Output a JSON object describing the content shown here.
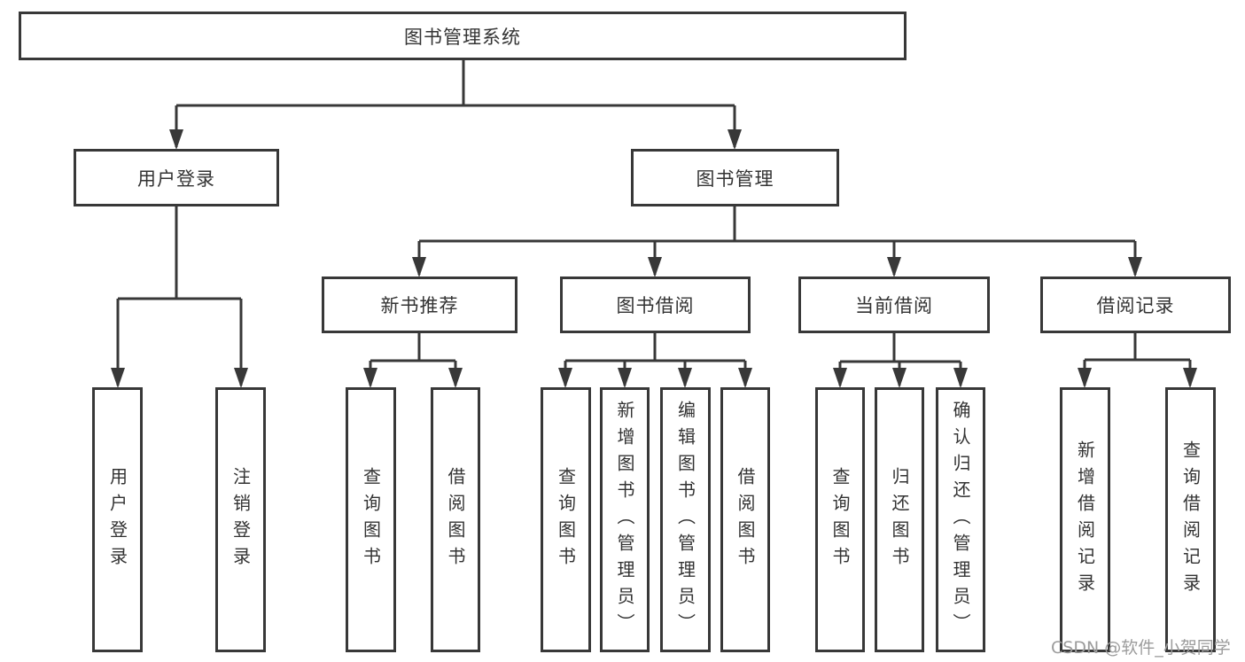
{
  "diagram": {
    "root": {
      "label": "图书管理系统"
    },
    "level2": [
      {
        "label": "用户登录"
      },
      {
        "label": "图书管理"
      }
    ],
    "level3": [
      {
        "label": "新书推荐"
      },
      {
        "label": "图书借阅"
      },
      {
        "label": "当前借阅"
      },
      {
        "label": "借阅记录"
      }
    ],
    "leaves": [
      {
        "label": "用户登录"
      },
      {
        "label": "注销登录"
      },
      {
        "label": "查询图书"
      },
      {
        "label": "借阅图书"
      },
      {
        "label": "查询图书"
      },
      {
        "label": "新增图书（管理员）"
      },
      {
        "label": "编辑图书（管理员）"
      },
      {
        "label": "借阅图书"
      },
      {
        "label": "查询图书"
      },
      {
        "label": "归还图书"
      },
      {
        "label": "确认归还（管理员）"
      },
      {
        "label": "新增借阅记录"
      },
      {
        "label": "查询借阅记录"
      }
    ]
  },
  "watermark": {
    "text": "CSDN @软件_小贺同学"
  },
  "colors": {
    "line": "#383838",
    "text": "#333333",
    "watermark": "#9c9c9c",
    "background": "#ffffff"
  }
}
